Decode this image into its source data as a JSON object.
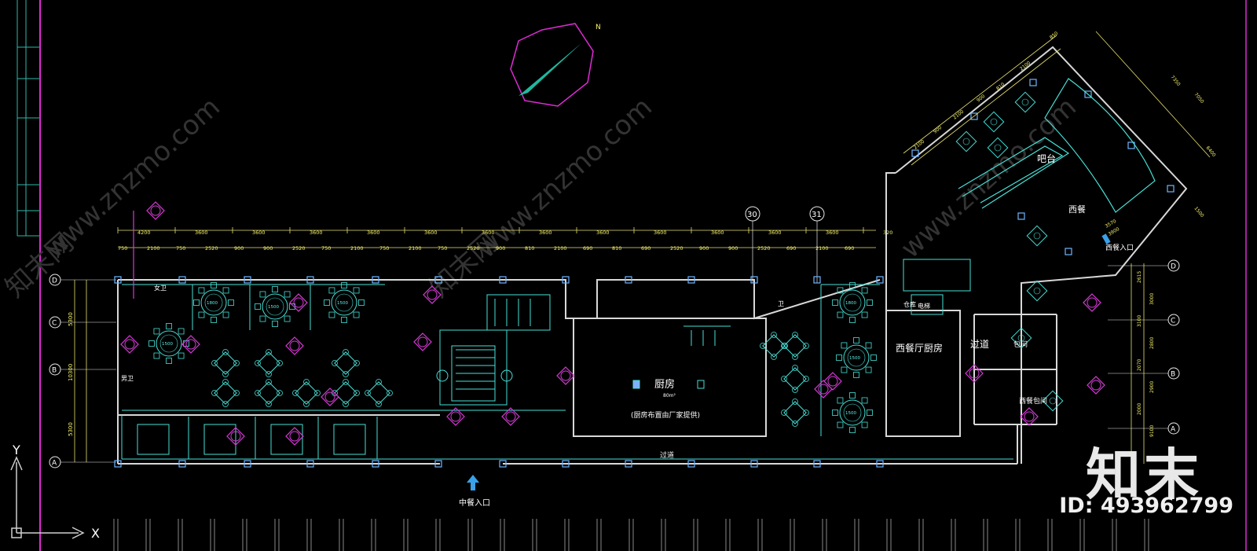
{
  "drawing": {
    "north_label": "N",
    "rooms": {
      "kitchen": "厨房",
      "kitchen_area": "80m²",
      "kitchen_note": "(厨房布置由厂家提供)",
      "corridor": "过道",
      "corridor_right": "过道",
      "west_kitchen": "西餐厅厨房",
      "bar": "吧台",
      "western": "西餐",
      "west_entry": "西餐入口",
      "storage": "仓库",
      "elevator": "电梯",
      "private_room": "包间",
      "west_private": "西餐包间",
      "wc": "卫",
      "female_wc": "女卫",
      "male_wc": "男卫",
      "chinese_entry": "中餐入口"
    },
    "axis_labels": [
      "D",
      "C",
      "B",
      "A"
    ],
    "axis_labels_right": [
      "D",
      "C",
      "B",
      "A"
    ],
    "grid_markers": [
      "30",
      "31"
    ],
    "top_dims_primary": [
      "4200",
      "3600",
      "3600",
      "3600",
      "3600",
      "3600",
      "3600",
      "3600",
      "3600",
      "3600",
      "3600",
      "3600",
      "3600",
      "320"
    ],
    "top_dims_secondary": [
      "750",
      "2100",
      "750",
      "2520",
      "900",
      "900",
      "2520",
      "750",
      "2100",
      "750",
      "2100",
      "750",
      "2520",
      "900",
      "810",
      "2100",
      "690",
      "810",
      "690",
      "2520",
      "900",
      "900",
      "2520",
      "690",
      "2100",
      "690"
    ],
    "left_dims": [
      "5300",
      "10300",
      "5300"
    ],
    "right_dims": [
      "2615",
      "3000",
      "3100",
      "2800",
      "2070",
      "2900",
      "2000",
      "9100"
    ],
    "angled_dims": [
      "2100",
      "900",
      "2100",
      "900",
      "810",
      "2100",
      "850",
      "7350",
      "7050",
      "6400",
      "3570",
      "3900",
      "1500"
    ],
    "table_labels": [
      "1800",
      "1500",
      "1500",
      "1500",
      "1800",
      "1500",
      "1500"
    ],
    "axis_y": "Y",
    "axis_x": "X"
  },
  "watermark": {
    "brand": "知末",
    "id_text": "ID: 493962799",
    "url_text": "www.znzmo.com",
    "site_name": "知末网"
  }
}
